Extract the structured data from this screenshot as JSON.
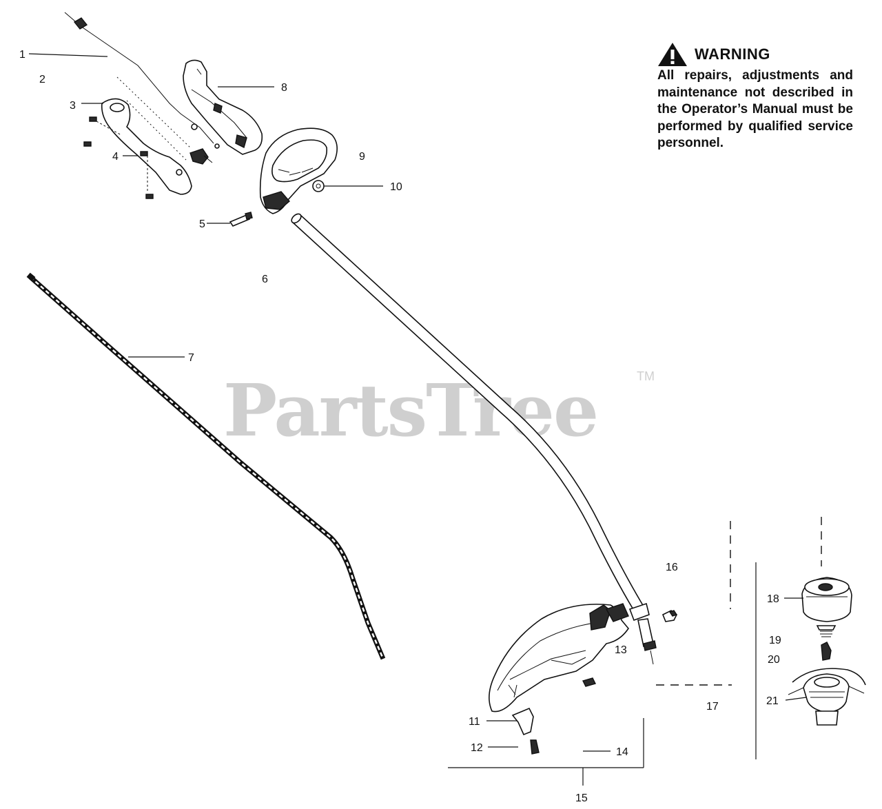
{
  "watermark": {
    "text": "PartsTree",
    "tm": "TM"
  },
  "warning": {
    "title": "WARNING",
    "body": "All repairs, adjustments and maintenance not described in the Operator’s Manual must be performed by qualified service personnel."
  },
  "callouts": [
    {
      "id": "1",
      "text": "1"
    },
    {
      "id": "2",
      "text": "2"
    },
    {
      "id": "3",
      "text": "3"
    },
    {
      "id": "4",
      "text": "4"
    },
    {
      "id": "5",
      "text": "5"
    },
    {
      "id": "6",
      "text": "6"
    },
    {
      "id": "7",
      "text": "7"
    },
    {
      "id": "8",
      "text": "8"
    },
    {
      "id": "9",
      "text": "9"
    },
    {
      "id": "10",
      "text": "10"
    },
    {
      "id": "11",
      "text": "11"
    },
    {
      "id": "12",
      "text": "12"
    },
    {
      "id": "13",
      "text": "13"
    },
    {
      "id": "14",
      "text": "14"
    },
    {
      "id": "15",
      "text": "15"
    },
    {
      "id": "16",
      "text": "16"
    },
    {
      "id": "17",
      "text": "17"
    },
    {
      "id": "18",
      "text": "18"
    },
    {
      "id": "19",
      "text": "19"
    },
    {
      "id": "20",
      "text": "20"
    },
    {
      "id": "21",
      "text": "21"
    }
  ],
  "colors": {
    "line": "#111111",
    "watermark": "#cfcfcf",
    "background": "#ffffff"
  }
}
